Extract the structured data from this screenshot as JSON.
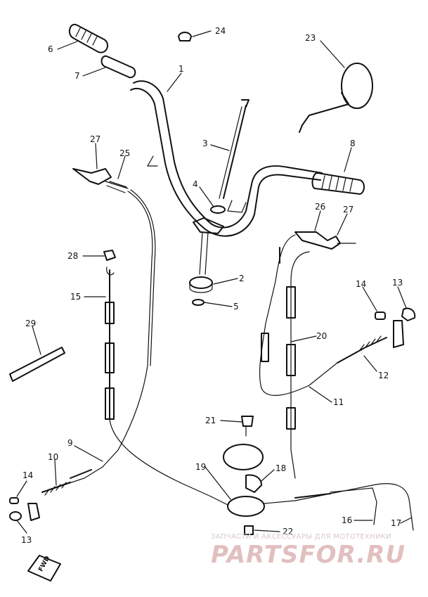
{
  "labels": [
    {
      "id": "1",
      "text": "1"
    },
    {
      "id": "2",
      "text": "2"
    },
    {
      "id": "3",
      "text": "3"
    },
    {
      "id": "4",
      "text": "4"
    },
    {
      "id": "5",
      "text": "5"
    },
    {
      "id": "6",
      "text": "6"
    },
    {
      "id": "7",
      "text": "7"
    },
    {
      "id": "8",
      "text": "8"
    },
    {
      "id": "9",
      "text": "9"
    },
    {
      "id": "10",
      "text": "10"
    },
    {
      "id": "11",
      "text": "11"
    },
    {
      "id": "12",
      "text": "12"
    },
    {
      "id": "13a",
      "text": "13"
    },
    {
      "id": "13b",
      "text": "13"
    },
    {
      "id": "14a",
      "text": "14"
    },
    {
      "id": "14b",
      "text": "14"
    },
    {
      "id": "15",
      "text": "15"
    },
    {
      "id": "16",
      "text": "16"
    },
    {
      "id": "17",
      "text": "17"
    },
    {
      "id": "18",
      "text": "18"
    },
    {
      "id": "19",
      "text": "19"
    },
    {
      "id": "20",
      "text": "20"
    },
    {
      "id": "21",
      "text": "21"
    },
    {
      "id": "22",
      "text": "22"
    },
    {
      "id": "23",
      "text": "23"
    },
    {
      "id": "24",
      "text": "24"
    },
    {
      "id": "25",
      "text": "25"
    },
    {
      "id": "26",
      "text": "26"
    },
    {
      "id": "27a",
      "text": "27"
    },
    {
      "id": "27b",
      "text": "27"
    },
    {
      "id": "28",
      "text": "28"
    },
    {
      "id": "29",
      "text": "29"
    }
  ],
  "direction_marker": "FWD",
  "watermark": {
    "line1": "ЗАПЧАСТИ И АКСЕССУАРЫ ДЛЯ МОТОТЕХНИКИ",
    "line2": "PARTSFOR.RU"
  }
}
